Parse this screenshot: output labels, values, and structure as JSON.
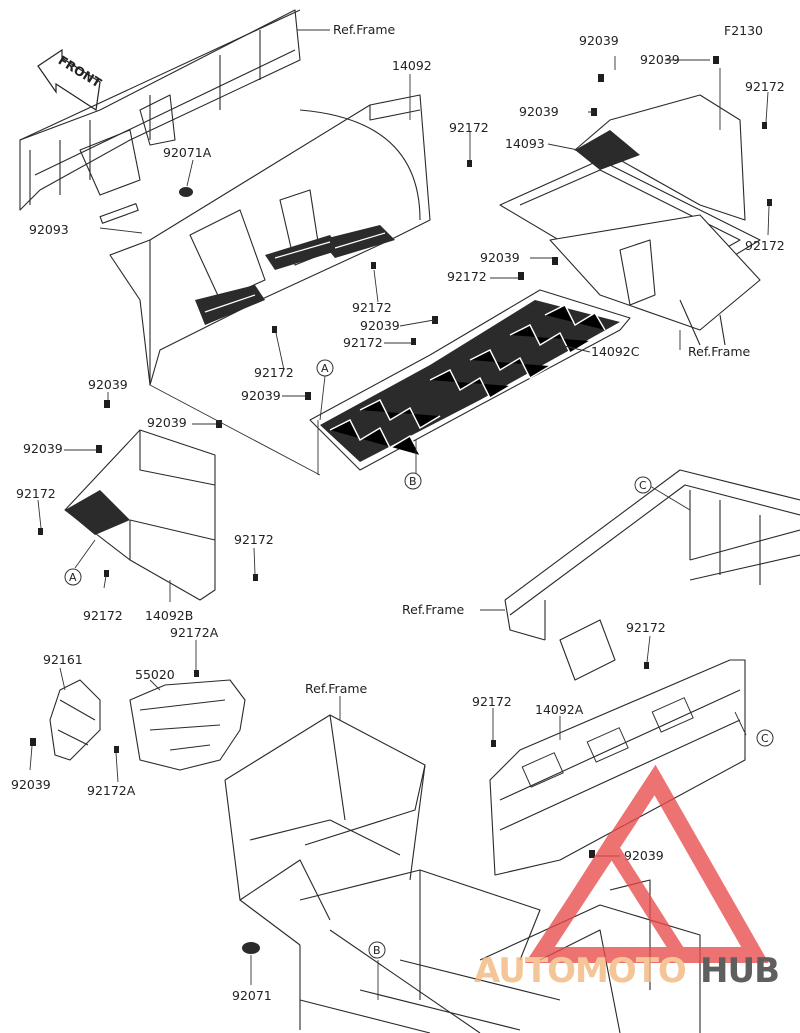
{
  "diagram": {
    "figure_code": "F2130",
    "front_label": "FRONT",
    "callouts": {
      "ref_frame_1": "Ref.Frame",
      "ref_frame_2": "Ref.Frame",
      "ref_frame_3": "Ref.Frame",
      "ref_frame_4": "Ref.Frame",
      "p14092": "14092",
      "p14093": "14093",
      "p14092c": "14092C",
      "p14092b": "14092B",
      "p14092a": "14092A",
      "p55020": "55020",
      "p92161": "92161",
      "p92093": "92093",
      "p92071a": "92071A",
      "p92071": "92071",
      "p92172a_1": "92172A",
      "p92172a_2": "92172A",
      "p92039_1": "92039",
      "p92039_2": "92039",
      "p92039_3": "92039",
      "p92039_4": "92039",
      "p92039_5": "92039",
      "p92039_6": "92039",
      "p92039_7": "92039",
      "p92039_8": "92039",
      "p92039_9": "92039",
      "p92039_10": "92039",
      "p92039_11": "92039",
      "p92172_1": "92172",
      "p92172_2": "92172",
      "p92172_3": "92172",
      "p92172_4": "92172",
      "p92172_5": "92172",
      "p92172_6": "92172",
      "p92172_7": "92172",
      "p92172_8": "92172",
      "p92172_9": "92172",
      "p92172_10": "92172",
      "p92172_11": "92172",
      "p92172_12": "92172"
    },
    "reference_marks": {
      "a_1": "A",
      "a_2": "A",
      "b_1": "B",
      "b_2": "B",
      "c_1": "C",
      "c_2": "C"
    },
    "watermark": {
      "brand_prefix": "AUTOMOTO",
      "brand_suffix": "HUB",
      "colors": {
        "prefix": "#f2b57a",
        "suffix": "#333333",
        "logo": "#e84c4c"
      }
    }
  }
}
